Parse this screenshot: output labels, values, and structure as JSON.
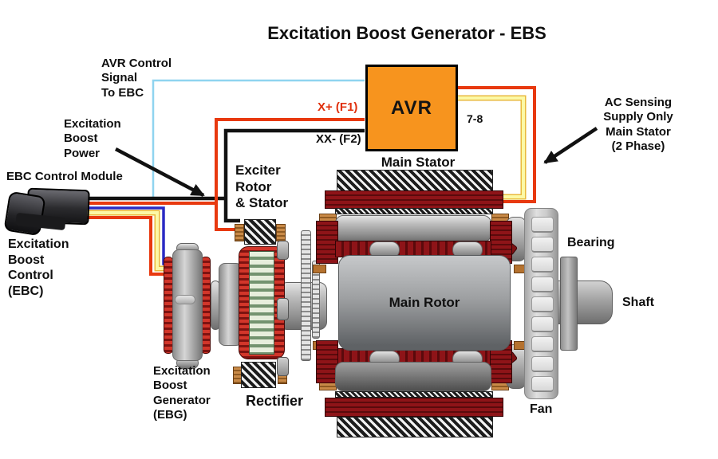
{
  "title": "Excitation Boost Generator - EBS",
  "avr_box": {
    "label": "AVR"
  },
  "wire_labels": {
    "x_plus": "X+ (F1)",
    "xx_minus": "XX- (F2)",
    "seven_eight": "7-8"
  },
  "callouts": {
    "avr_control_signal": "AVR Control\nSignal\nTo EBC",
    "excitation_boost_power": "Excitation\nBoost\nPower",
    "ebc_control_module": "EBC Control Module",
    "excitation_boost_control": "Excitation\nBoost\nControl\n(EBC)",
    "excitation_boost_generator": "Excitation\nBoost\nGenerator\n(EBG)",
    "exciter_rotor_stator": "Exciter\nRotor\n& Stator",
    "rectifier": "Rectifier",
    "main_stator": "Main Stator",
    "main_rotor": "Main Rotor",
    "bearing": "Bearing",
    "shaft": "Shaft",
    "fan": "Fan",
    "ac_sensing": "AC Sensing\nSupply Only\nMain Stator\n(2 Phase)"
  },
  "colors": {
    "avr-orange": "#F7941E",
    "wire-red": "#E8390F",
    "wire-black": "#121212",
    "wire-cyan": "#8FD4EF",
    "wire-blue": "#2B2BC4",
    "wire-yellow": "#FCF9A6",
    "wire-yellow-edge": "#E9B93C",
    "winding-red": "#8E1418",
    "winding-red-dark": "#5A0A0C",
    "copper": "#C98A47",
    "label-red": "#E0300C"
  }
}
